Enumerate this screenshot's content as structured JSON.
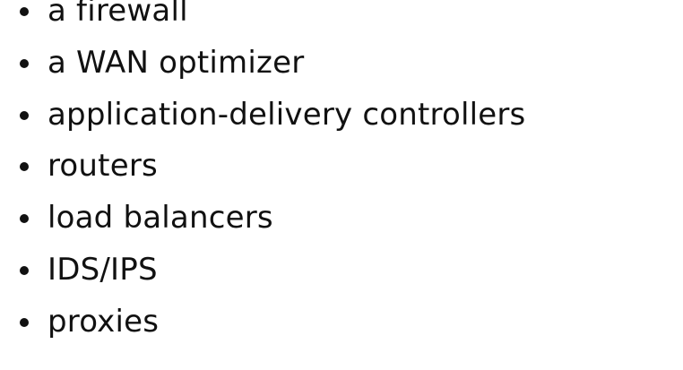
{
  "list": {
    "items": [
      "a firewall",
      "a WAN optimizer",
      "application-delivery controllers",
      "routers",
      "load balancers",
      "IDS/IPS",
      "proxies"
    ]
  }
}
